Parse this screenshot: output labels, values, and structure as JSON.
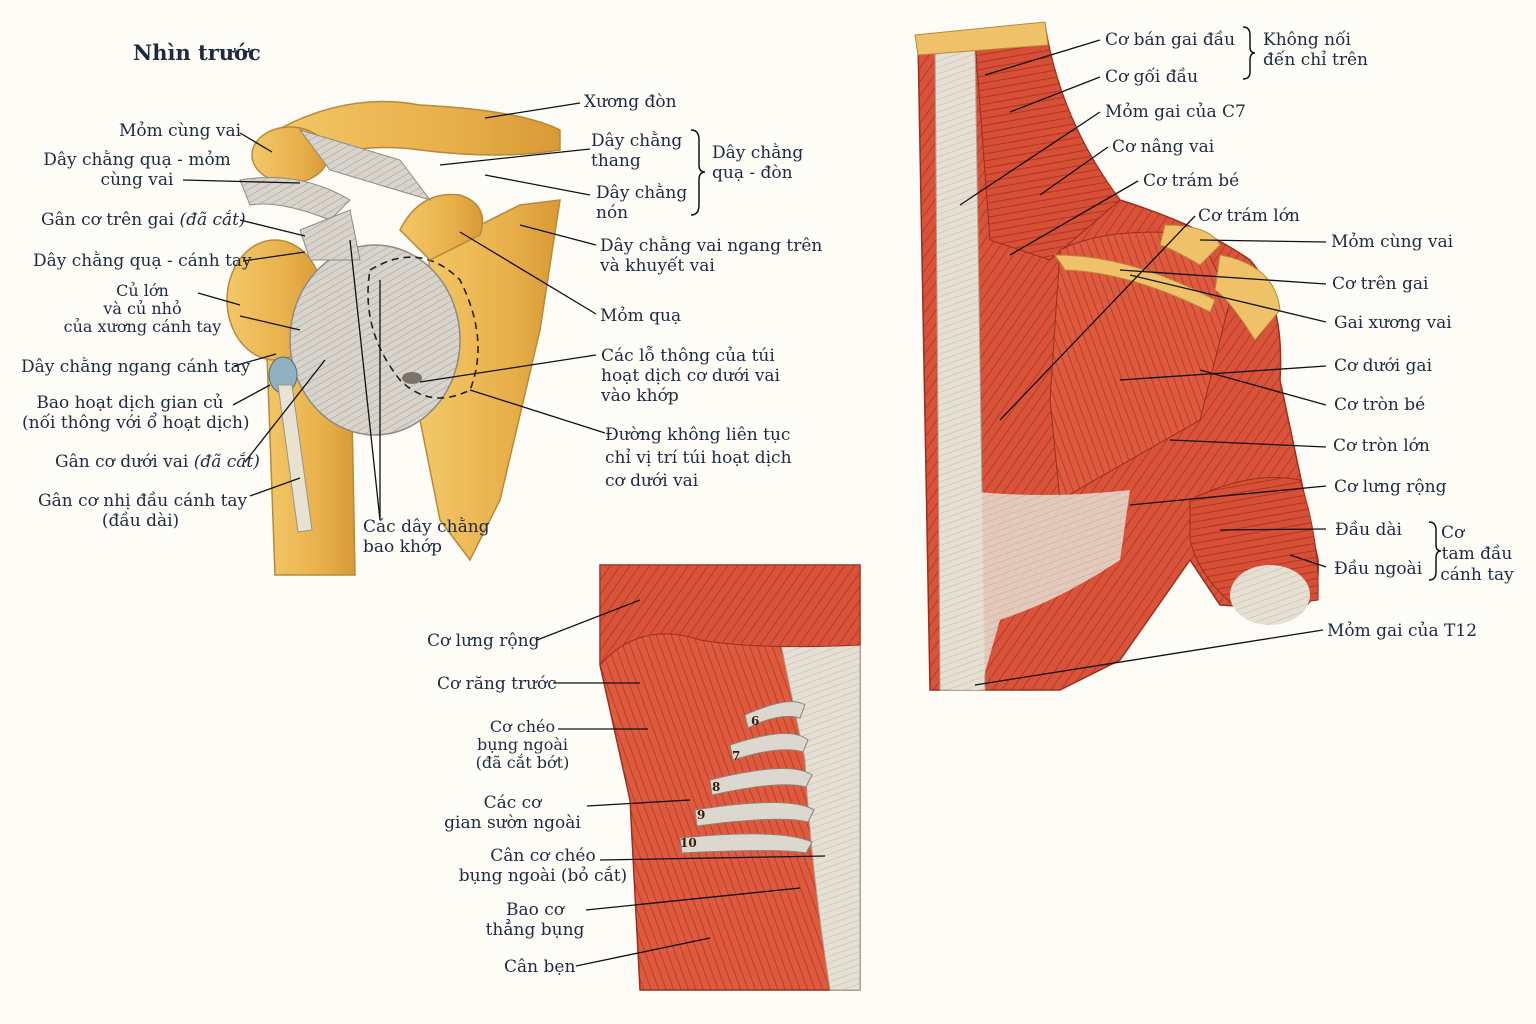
{
  "title": "Nhìn trước",
  "colors": {
    "bone": "#e9b14c",
    "ligament": "#cfcbc2",
    "muscle": "#d9533a",
    "muscle_dark": "#b83a26",
    "fascia": "#e3ddd2",
    "text": "#1d2a40"
  },
  "shoulder_labels": {
    "mom_cung_vai": "Mỏm cùng vai",
    "day_chang_qua_mom_1": "Dây chằng quạ - mỏm",
    "day_chang_qua_mom_2": "cùng vai",
    "gan_co_tren_gai": "Gân cơ trên gai",
    "gan_co_tren_gai_note": "(đã cắt)",
    "day_chang_qua_canh_tay": "Dây chằng quạ - cánh tay",
    "cu_lon_1": "Củ lớn",
    "cu_lon_2": "và củ nhỏ",
    "cu_lon_3": "của xương cánh tay",
    "day_chang_ngang": "Dây chằng ngang cánh tay",
    "bao_hoat_dich_1": "Bao hoạt dịch gian củ",
    "bao_hoat_dich_2": "(nối thông với ổ hoạt dịch)",
    "gan_co_duoi_vai": "Gân cơ dưới vai",
    "gan_co_duoi_vai_note": "(đã cắt)",
    "gan_nhi_dau_1": "Gân cơ nhị đầu cánh tay",
    "gan_nhi_dau_2": "(đầu dài)",
    "xuong_don": "Xương đòn",
    "day_chang_thang_1": "Dây chằng",
    "day_chang_thang_2": "thang",
    "day_chang_non_1": "Dây chằng",
    "day_chang_non_2": "nón",
    "qua_don_1": "Dây chằng",
    "qua_don_2": "quạ - đòn",
    "vai_ngang_1": "Dây chằng vai ngang trên",
    "vai_ngang_2": "và khuyết vai",
    "mom_qua": "Mỏm quạ",
    "lo_thong_1": "Các lỗ thông của túi",
    "lo_thong_2": "hoạt dịch cơ dưới vai",
    "lo_thong_3": "vào khớp",
    "duong_1": "Đường không liên tục",
    "duong_2": "chỉ vị trí túi hoạt dịch",
    "duong_3": "cơ dưới vai",
    "bao_khop_1": "Các dây chằng",
    "bao_khop_2": "bao khớp"
  },
  "back_labels": {
    "ban_gai_dau": "Cơ bán gai đầu",
    "goi_dau": "Cơ gối đầu",
    "khong_noi_1": "Không nối",
    "khong_noi_2": "đến chỉ trên",
    "mom_gai_c7": "Mỏm gai của C7",
    "nang_vai": "Cơ nâng vai",
    "tram_be": "Cơ trám bé",
    "tram_lon": "Cơ trám lớn",
    "mom_cung_vai": "Mỏm cùng vai",
    "tren_gai": "Cơ trên gai",
    "gai_xuong_vai": "Gai xương vai",
    "duoi_gai": "Cơ dưới gai",
    "tron_be": "Cơ tròn bé",
    "tron_lon": "Cơ tròn lớn",
    "lung_rong": "Cơ lưng rộng",
    "dau_dai": "Đầu dài",
    "dau_ngoai": "Đầu ngoài",
    "tam_dau_1": "Cơ",
    "tam_dau_2": "tam đầu",
    "tam_dau_3": "cánh tay",
    "mom_gai_t12": "Mỏm gai của T12"
  },
  "trunk_labels": {
    "lung_rong": "Cơ lưng rộng",
    "rang_truoc": "Cơ răng trước",
    "cheo_1": "Cơ chéo",
    "cheo_2": "bụng ngoài",
    "cheo_3": "(đã cắt bớt)",
    "gian_suon_1": "Các cơ",
    "gian_suon_2": "gian sườn ngoài",
    "can_cheo_1": "Cân cơ chéo",
    "can_cheo_2": "bụng ngoài (bỏ cắt)",
    "bao_thang_1": "Bao cơ",
    "bao_thang_2": "thẳng bụng",
    "can_ben": "Cân bẹn",
    "rib_numbers": [
      "6",
      "7",
      "8",
      "9",
      "10"
    ]
  }
}
